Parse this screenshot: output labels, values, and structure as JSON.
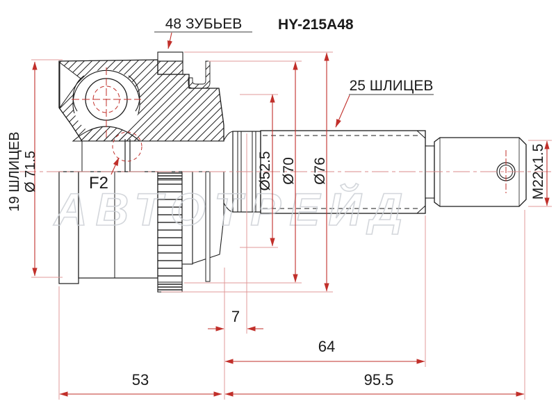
{
  "drawing": {
    "part_number": "HY-215A48",
    "labels": {
      "teeth": "48 ЗУБЬЕВ",
      "outer_splines": "25 ШЛИЦЕВ",
      "inner_splines": "19 ШЛИЦЕВ",
      "body_diameter": "Ø 71.5",
      "snap_ring": "F2",
      "boot_seat_diameter": "Ø52.5",
      "flange_diameter": "Ø70",
      "abs_ring_diameter": "Ø76",
      "thread": "M22x1.5"
    },
    "dimensions": {
      "boot_groove_offset": "7",
      "spline_length": "64",
      "body_length": "53",
      "shaft_length": "95.5"
    },
    "watermark": "АВТОТРЕЙД",
    "colors": {
      "dimension_red": "#c12f2a",
      "extension_pink": "#e09a98",
      "centerline_pink": "#d98a88",
      "line_black": "#1a1a1a",
      "watermark_gray": "#ccd0d5",
      "background": "#ffffff"
    }
  }
}
